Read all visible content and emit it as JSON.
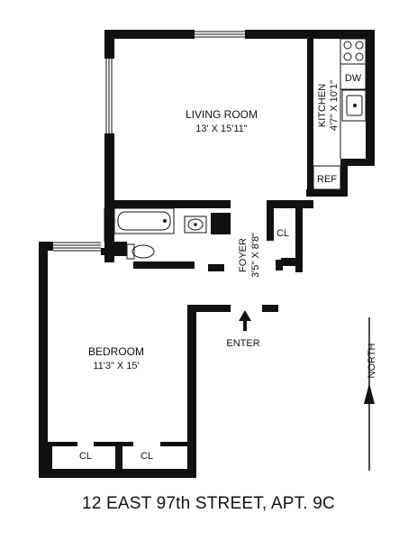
{
  "rooms": {
    "living_room": {
      "name": "LIVING ROOM",
      "dims": "13' X 15'11\""
    },
    "kitchen": {
      "name": "KITCHEN",
      "dims": "4'7\" X 10'1\""
    },
    "foyer": {
      "name": "FOYER",
      "dims": "3'5\" X 8'8\""
    },
    "bedroom": {
      "name": "BEDROOM",
      "dims": "11'3\" X 15'"
    }
  },
  "labels": {
    "dw": "DW",
    "ref": "REF",
    "closet_foyer": "CL",
    "closet_bedroom_left": "CL",
    "closet_bedroom_right": "CL",
    "enter": "ENTER",
    "north": "NORTH"
  },
  "footer": {
    "address": "12 EAST 97th STREET,  APT. 9C"
  }
}
